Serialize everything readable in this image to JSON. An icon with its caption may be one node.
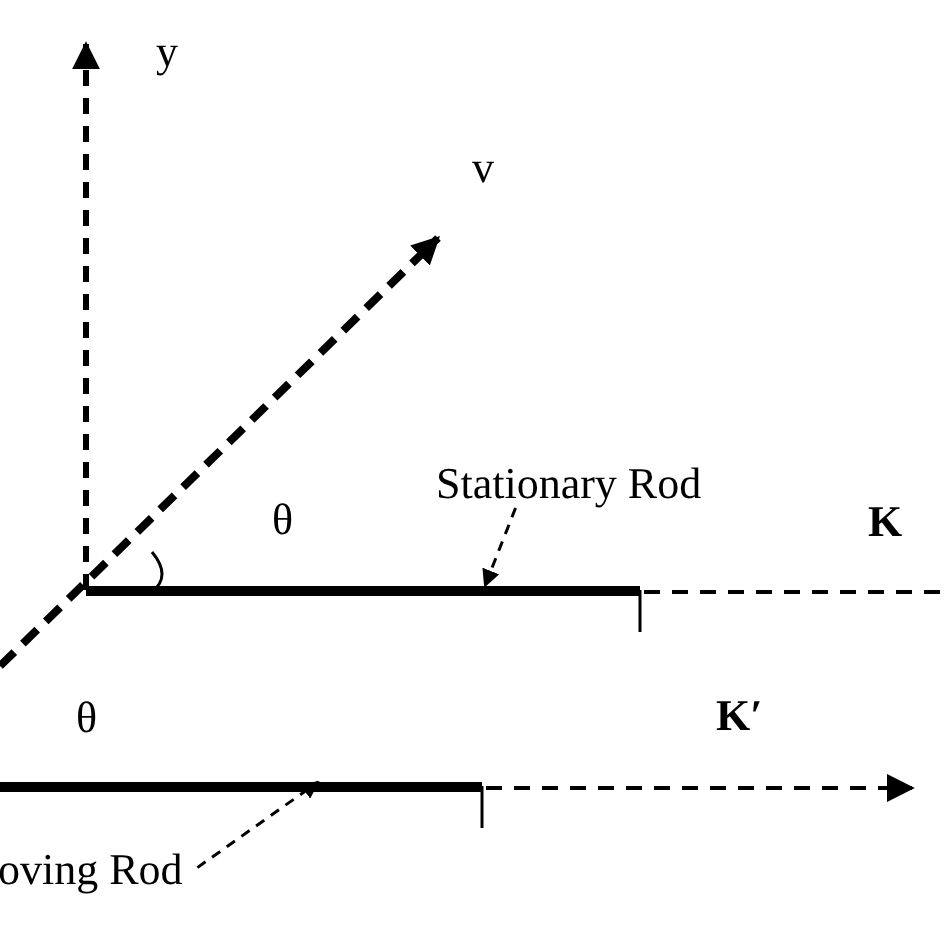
{
  "diagram": {
    "nodes": [
      {
        "text": [
          "Stationary Rod"
        ]
      },
      {
        "text": [],
        "shape": "bar"
      },
      {
        "text": [
          "oving Rod"
        ]
      },
      {
        "text": [],
        "shape": "bar"
      }
    ],
    "edges": [
      {
        "from": 0,
        "to": 1,
        "arrow": "to",
        "style": "dashed"
      },
      {
        "from": 2,
        "to": 3,
        "arrow": "to",
        "style": "dashed"
      }
    ],
    "labels": [
      "y",
      "v",
      "θ",
      "K",
      "θ",
      "K′"
    ]
  }
}
